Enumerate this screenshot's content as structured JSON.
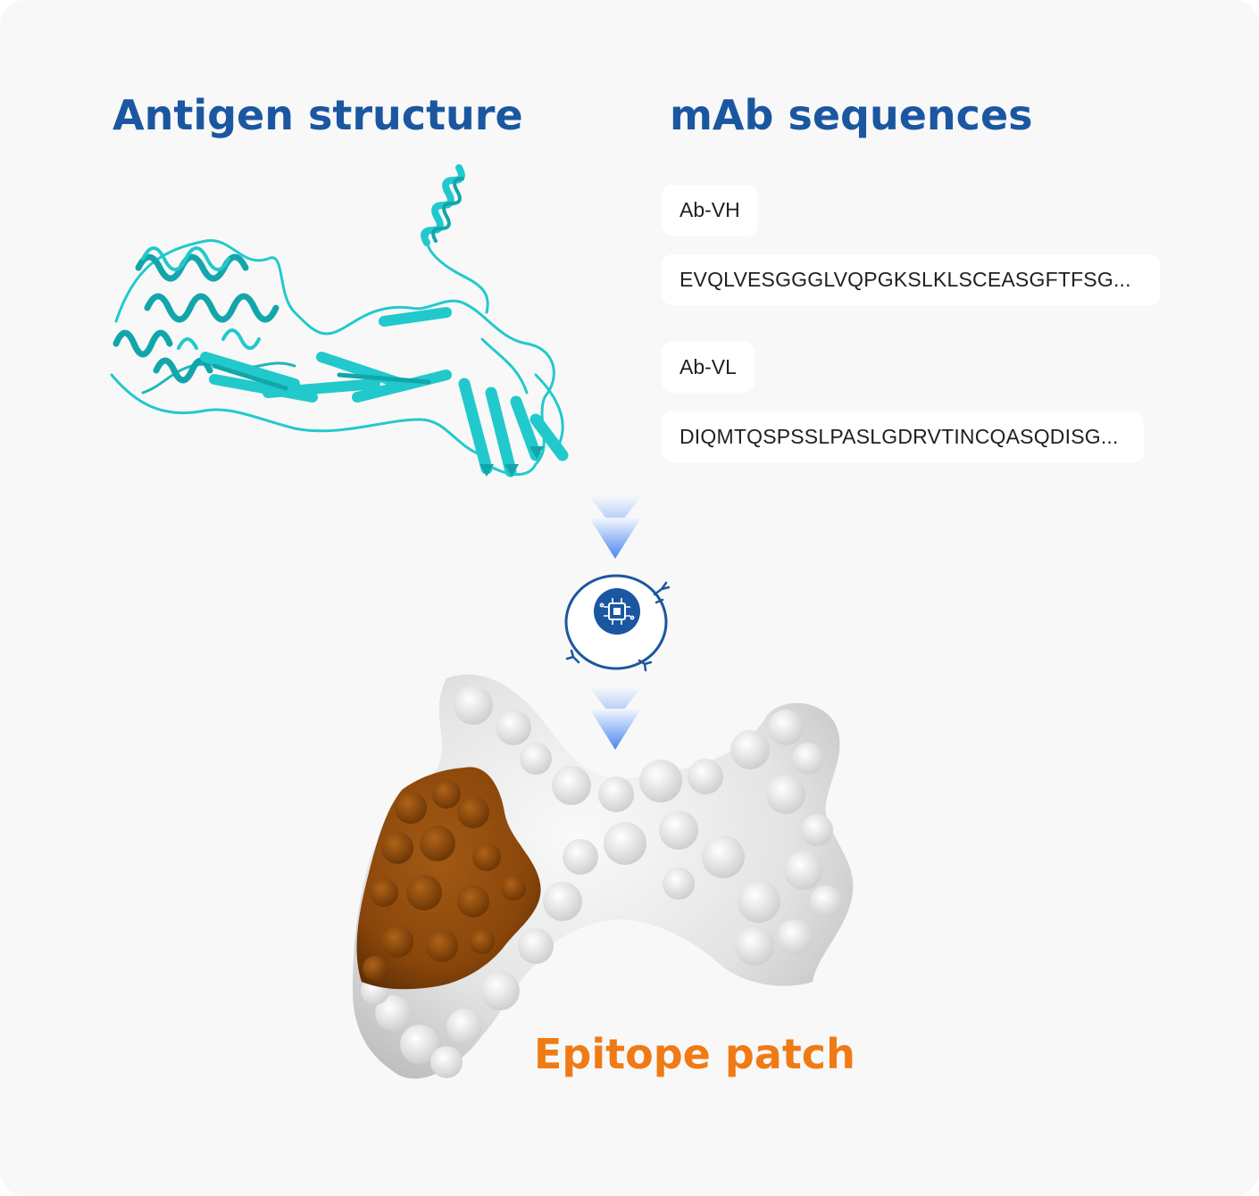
{
  "antigen": {
    "title": "Antigen structure"
  },
  "mab": {
    "title": "mAb sequences",
    "heavy": {
      "label": "Ab-VH",
      "sequence": "EVQLVESGGGLVQPGKSLKLSCEASGFTFSG..."
    },
    "light": {
      "label": "Ab-VL",
      "sequence": "DIQMTQSPSSLPASLGDRVTINCQASQDISG..."
    }
  },
  "result": {
    "label": "Epitope patch"
  },
  "icons": [
    "protein-ribbon-icon",
    "flow-arrow-icon",
    "ai-cell-icon",
    "antibody-icon",
    "protein-surface-icon"
  ],
  "colors": {
    "heading": "#1b57a0",
    "accent": "#f07a14",
    "ribbon": "#22c9cc",
    "epitope": "#8c4a0c",
    "surface": "#e6e6e6",
    "arrow": "#4a86f0"
  }
}
